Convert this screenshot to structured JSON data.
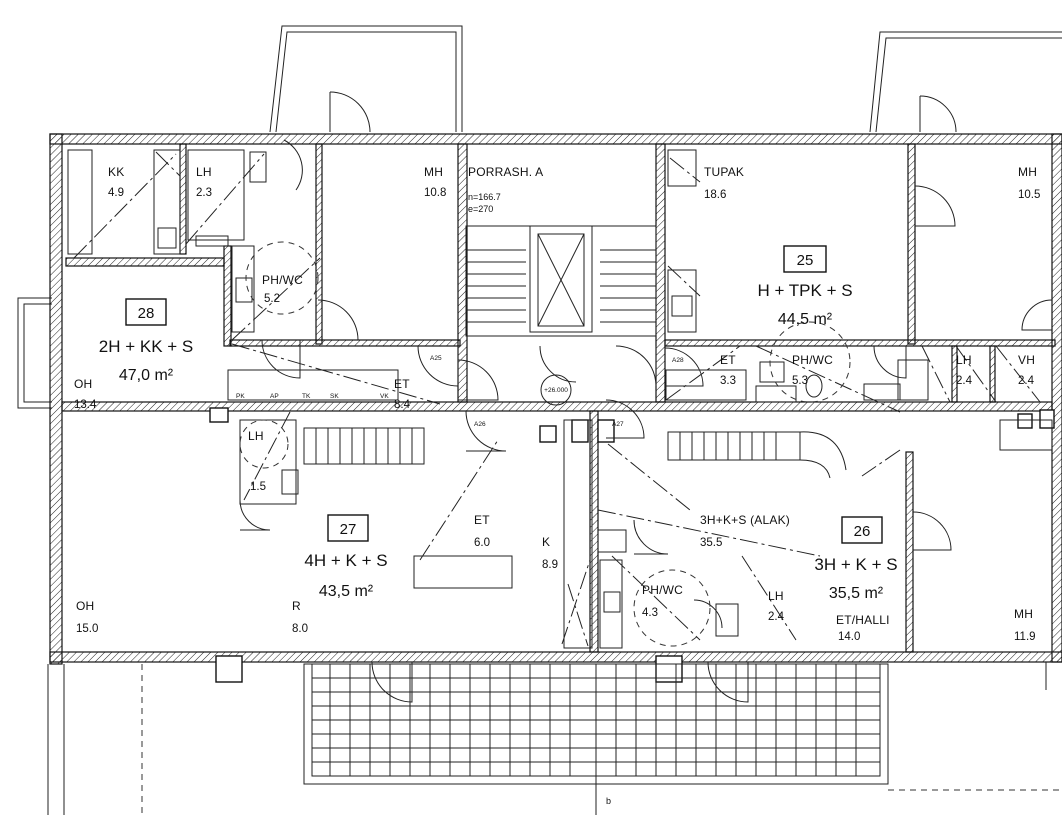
{
  "apartments": [
    {
      "number": "28",
      "type": "2H + KK + S",
      "size": "47,0 m²"
    },
    {
      "number": "27",
      "type": "4H + K + S",
      "size": "43,5 m²"
    },
    {
      "number": "25",
      "type": "H + TPK + S",
      "size": "44,5 m²"
    },
    {
      "number": "26",
      "type": "3H + K + S",
      "size": "35,5 m²"
    }
  ],
  "rooms": [
    {
      "name": "KK",
      "area": "4.9"
    },
    {
      "name": "LH",
      "area": "2.3"
    },
    {
      "name": "MH",
      "area": "10.8"
    },
    {
      "name": "PH/WC",
      "area": "5.2"
    },
    {
      "name": "OH",
      "area": "13.4"
    },
    {
      "name": "ET",
      "area": "8.4"
    },
    {
      "name": "PORRASH. A",
      "area": ""
    },
    {
      "name": "TUPAK",
      "area": "18.6"
    },
    {
      "name": "MH",
      "area": "10.5"
    },
    {
      "name": "ET",
      "area": "3.3"
    },
    {
      "name": "PH/WC",
      "area": "5.3"
    },
    {
      "name": "LH",
      "area": "2.4"
    },
    {
      "name": "VH",
      "area": "2.4"
    },
    {
      "name": "LH",
      "area": "1.5"
    },
    {
      "name": "ET",
      "area": "6.0"
    },
    {
      "name": "K",
      "area": "8.9"
    },
    {
      "name": "OH",
      "area": "15.0"
    },
    {
      "name": "R",
      "area": "8.0"
    },
    {
      "name": "3H+K+S (ALAK)",
      "area": "35.5"
    },
    {
      "name": "PH/WC",
      "area": "4.3"
    },
    {
      "name": "LH",
      "area": "2.4"
    },
    {
      "name": "ET/HALLI",
      "area": "14.0"
    },
    {
      "name": "MH",
      "area": "11.9"
    }
  ],
  "stair_notes": {
    "line1": "n=166.7",
    "line2": "e=270"
  },
  "markers": {
    "level": "+26.000",
    "a25": "A25",
    "a26": "A26",
    "a28": "A28",
    "a27": "A27",
    "axis": "b"
  },
  "fixtures": {
    "pk": "PK",
    "vk": "VK",
    "sk": "SK",
    "tk": "TK",
    "ap": "AP"
  }
}
